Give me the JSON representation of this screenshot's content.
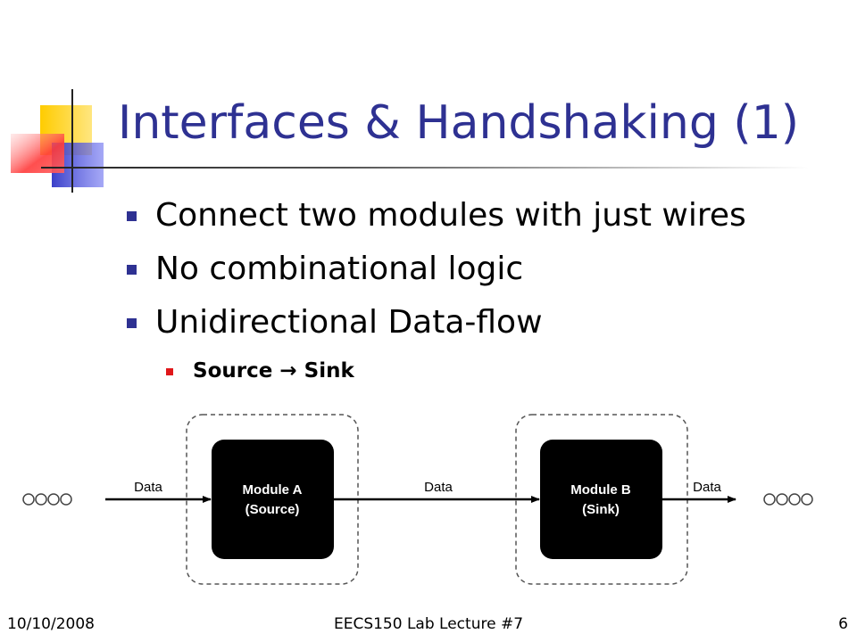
{
  "slide": {
    "title": "Interfaces & Handshaking (1)",
    "bullets": [
      "Connect two modules with just wires",
      "No combinational logic",
      "Unidirectional Data-flow"
    ],
    "sub_bullet": {
      "source": "Source",
      "arrow": "→",
      "sink": "Sink"
    }
  },
  "diagram": {
    "module_a": {
      "line1": "Module A",
      "line2": "(Source)"
    },
    "module_b": {
      "line1": "Module B",
      "line2": "(Sink)"
    },
    "wire_in_label": "Data",
    "wire_mid_label": "Data",
    "wire_out_label": "Data"
  },
  "footer": {
    "date": "10/10/2008",
    "course": "EECS150 Lab Lecture #7",
    "page": "6"
  },
  "colors": {
    "title": "#2e3192",
    "bullet": "#2e3192",
    "sub_bullet": "#e0171a",
    "deco_yellow": "#ffcc00",
    "deco_blue": "#3b40c8",
    "deco_red": "#ff3b3b"
  }
}
